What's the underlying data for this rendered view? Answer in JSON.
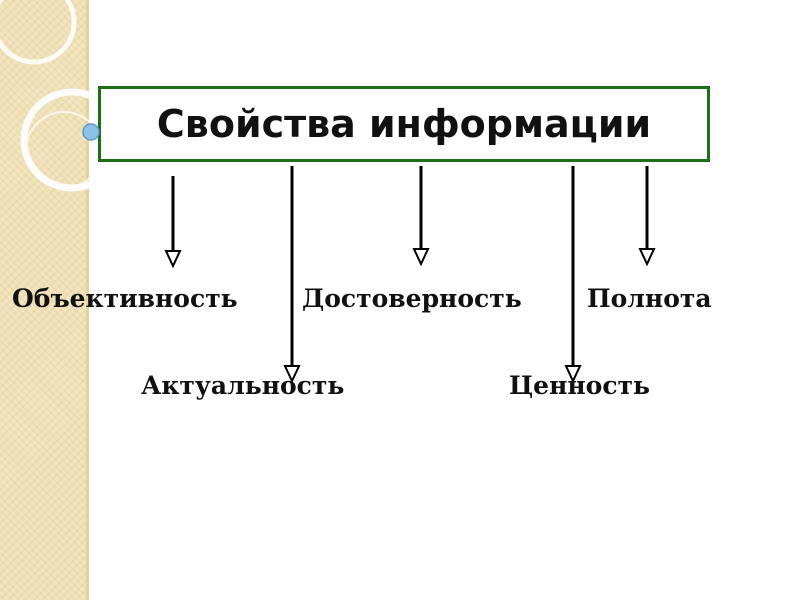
{
  "diagram": {
    "title": "Свойства информации",
    "properties_row1": [
      "Объективность",
      "Достоверность",
      "Полнота"
    ],
    "properties_row2": [
      "Актуальность",
      "Ценность"
    ]
  },
  "colors": {
    "box_border": "#1f6f1a",
    "band": "#efe0b6",
    "bullet": "#8fc3e6",
    "text": "#111111"
  },
  "icons": [
    "circle-ornament-icon",
    "bullet-dot-icon",
    "arrow-down-icon"
  ]
}
